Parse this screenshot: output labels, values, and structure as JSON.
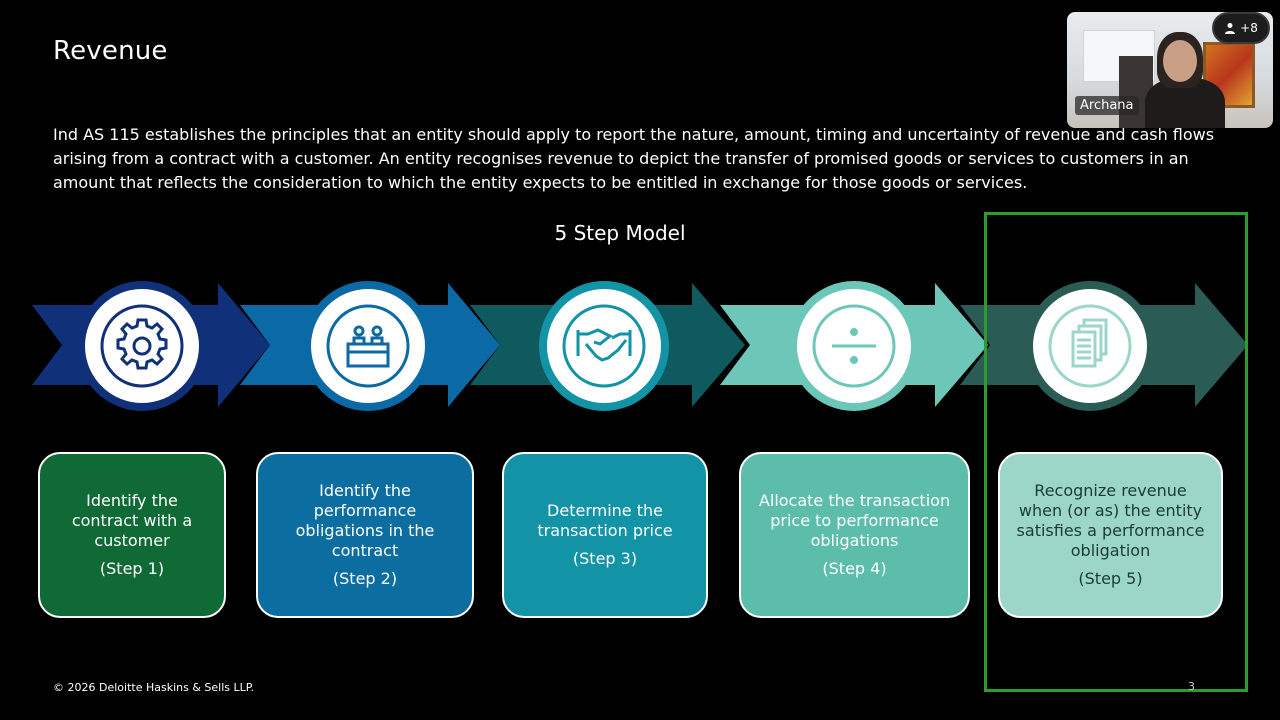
{
  "slide": {
    "title": "Revenue",
    "intro": "Ind AS 115 establishes the principles that an entity should apply to report the nature, amount, timing and uncertainty of revenue and cash flows arising from a contract with a customer. An entity recognises revenue to depict the transfer of promised goods or services to customers in an amount that reflects the consideration to which the entity expects to be entitled in exchange for those goods or services.",
    "model_title": "5 Step Model",
    "footer": "© 2026 Deloitte Haskins & Sells LLP.",
    "page_number": "3"
  },
  "steps": [
    {
      "label": "Identify the contract with a customer",
      "num": "(Step 1)",
      "icon": "gear-icon",
      "color": "#0f6a36"
    },
    {
      "label": "Identify the performance obligations in the contract",
      "num": "(Step 2)",
      "icon": "desk-icon",
      "color": "#0c6ea0"
    },
    {
      "label": "Determine the transaction price",
      "num": "(Step 3)",
      "icon": "handshake-icon",
      "color": "#1294a6"
    },
    {
      "label": "Allocate the transaction price to performance obligations",
      "num": "(Step 4)",
      "icon": "divide-icon",
      "color": "#5cbdaa"
    },
    {
      "label": "Recognize revenue when (or as) the entity satisfies a performance obligation",
      "num": "(Step 5)",
      "icon": "documents-icon",
      "color": "#9bd6c9"
    }
  ],
  "video": {
    "participant_name": "Archana",
    "participant_count": "+8"
  },
  "colors": {
    "arrow_1": "#10307a",
    "arrow_2": "#0b6aa5",
    "arrow_3": "#0e5a5e",
    "arrow_4": "#6cc7b8",
    "arrow_5": "#2a5b55",
    "highlight": "#2e9b2e"
  }
}
